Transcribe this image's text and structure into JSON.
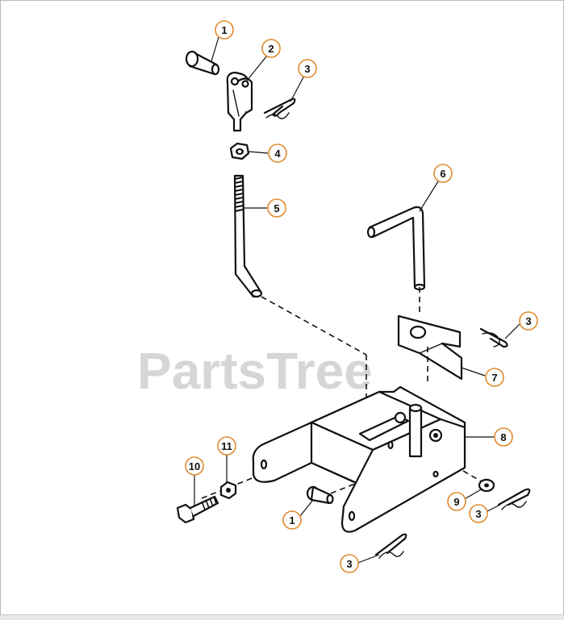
{
  "watermark": "PartsTree",
  "callouts": {
    "c1a": "1",
    "c2": "2",
    "c3a": "3",
    "c4": "4",
    "c5": "5",
    "c6": "6",
    "c3b": "3",
    "c7": "7",
    "c8": "8",
    "c11": "11",
    "c10": "10",
    "c1b": "1",
    "c9": "9",
    "c3c": "3",
    "c3d": "3"
  },
  "colors": {
    "callout_ring": "#e08a2e",
    "ink": "#111111",
    "watermark": "#cfcfcf"
  }
}
